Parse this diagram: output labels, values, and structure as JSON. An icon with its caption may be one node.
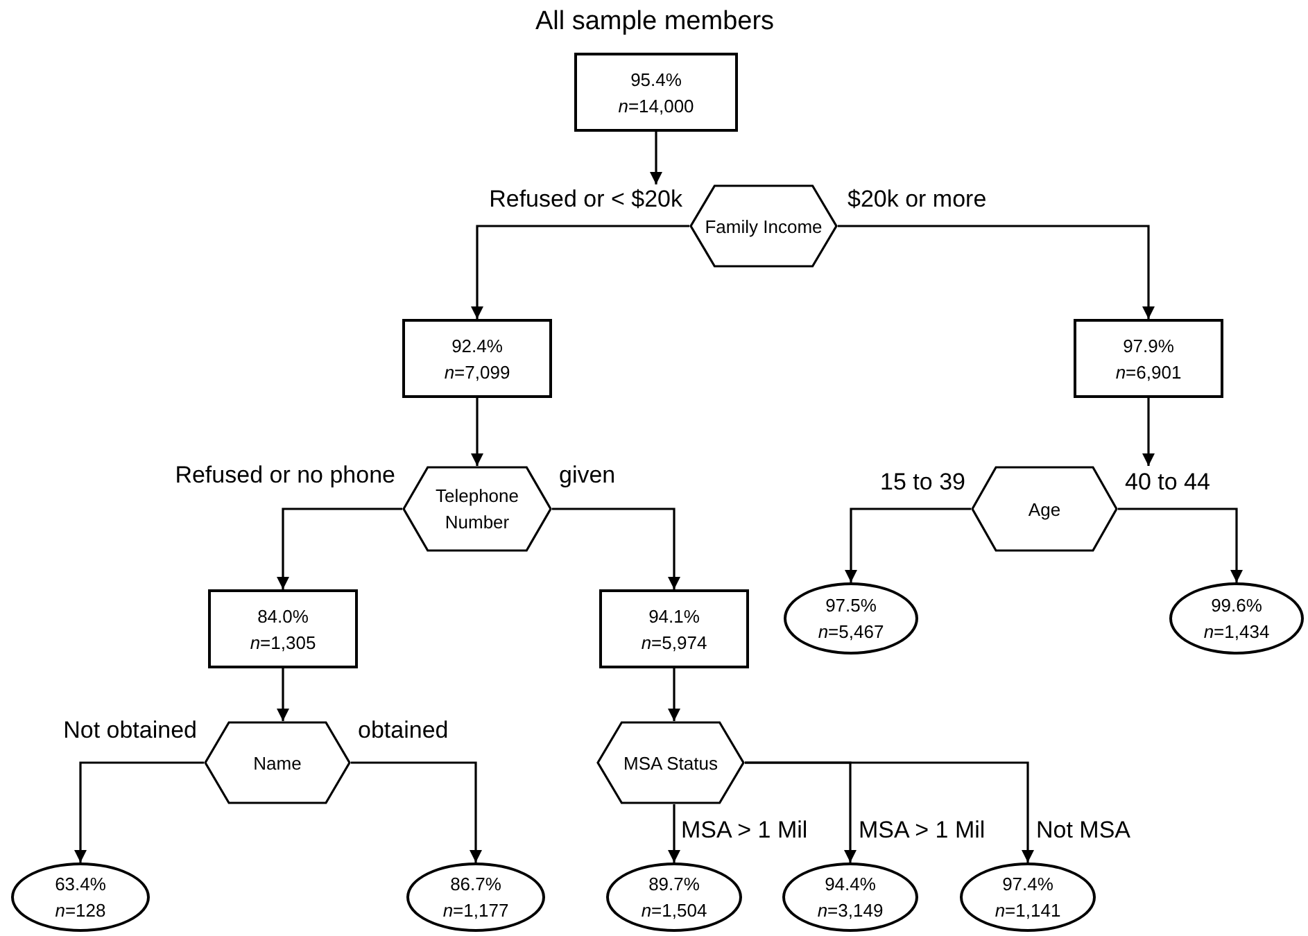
{
  "diagram": {
    "title": "All sample members",
    "nodes": [
      {
        "text": [
          "95.4%",
          "*n*=14,000"
        ]
      },
      {
        "text": [
          "Family Income"
        ]
      },
      {
        "text": [
          "92.4%",
          "*n*=7,099"
        ]
      },
      {
        "text": [
          "97.9%",
          "*n*=6,901"
        ]
      },
      {
        "text": [
          "Telephone Number"
        ]
      },
      {
        "text": [
          "Age"
        ]
      },
      {
        "text": [
          "84.0%",
          "*n*=1,305"
        ]
      },
      {
        "text": [
          "94.1%",
          "*n*=5,974"
        ]
      },
      {
        "text": [
          "97.5%",
          "*n*=5,467"
        ]
      },
      {
        "text": [
          "99.6%",
          "*n*=1,434"
        ]
      },
      {
        "text": [
          "Name"
        ]
      },
      {
        "text": [
          "MSA Status"
        ]
      },
      {
        "text": [
          "63.4%",
          "*n*=128"
        ]
      },
      {
        "text": [
          "86.7%",
          "*n*=1,177"
        ]
      },
      {
        "text": [
          "89.7%",
          "*n*=1,504"
        ]
      },
      {
        "text": [
          "94.4%",
          "*n*=3,149"
        ]
      },
      {
        "text": [
          "97.4%",
          "*n*=1,141"
        ]
      }
    ],
    "edges": [
      {
        "from": 0,
        "to": 1,
        "arrow": "to"
      },
      {
        "from": 1,
        "to": 2,
        "arrow": "to",
        "label": "Refused or < $20k"
      },
      {
        "from": 1,
        "to": 3,
        "arrow": "to",
        "label": "$20k or more"
      },
      {
        "from": 2,
        "to": 4,
        "arrow": "to"
      },
      {
        "from": 3,
        "to": 5,
        "arrow": "to"
      },
      {
        "from": 4,
        "to": 6,
        "arrow": "to",
        "label": "Refused or no phone"
      },
      {
        "from": 4,
        "to": 7,
        "arrow": "to",
        "label": "given"
      },
      {
        "from": 5,
        "to": 8,
        "arrow": "to",
        "label": "15 to 39"
      },
      {
        "from": 5,
        "to": 9,
        "arrow": "to",
        "label": "40 to 44"
      },
      {
        "from": 6,
        "to": 10,
        "arrow": "to"
      },
      {
        "from": 7,
        "to": 11,
        "arrow": "to"
      },
      {
        "from": 10,
        "to": 12,
        "arrow": "to",
        "label": "Not obtained"
      },
      {
        "from": 10,
        "to": 13,
        "arrow": "to",
        "label": "obtained"
      },
      {
        "from": 11,
        "to": 14,
        "arrow": "to",
        "label": "MSA > 1 Mil"
      },
      {
        "from": 11,
        "to": 15,
        "arrow": "to",
        "label": "MSA > 1 Mil"
      },
      {
        "from": 11,
        "to": 16,
        "arrow": "to",
        "label": "Not MSA"
      }
    ]
  }
}
